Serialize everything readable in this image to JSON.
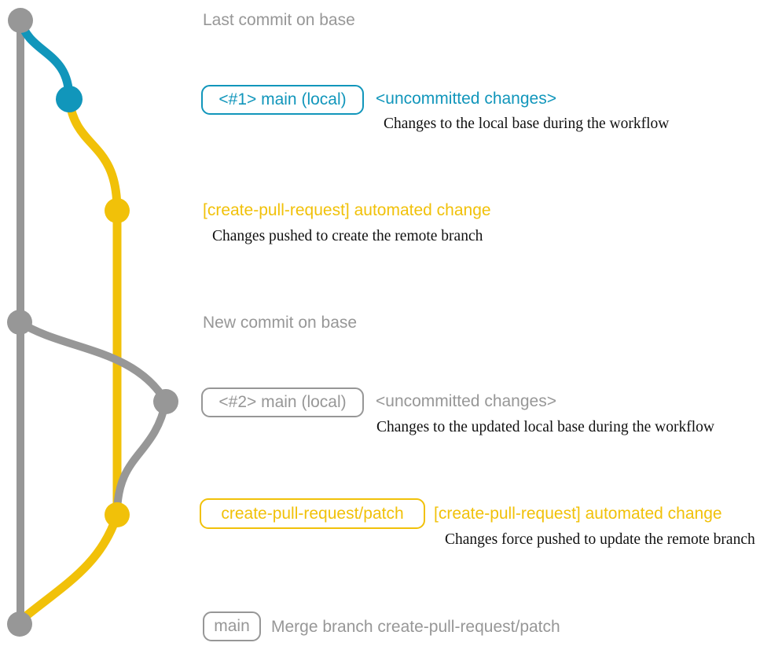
{
  "colors": {
    "base_branch": "#979797",
    "local_main_branch": "#1196bb",
    "patch_branch": "#f1c109",
    "annotation_text": "#111111",
    "background": "#ffffff"
  },
  "graph": {
    "branches": [
      {
        "name": "base",
        "color": "#979797"
      },
      {
        "name": "main (local)",
        "color": "#1196bb"
      },
      {
        "name": "create-pull-request/patch",
        "color": "#f1c109"
      }
    ],
    "commits": [
      {
        "name": "last-commit-on-base",
        "branch": "base"
      },
      {
        "name": "uncommitted-changes-1",
        "branch": "main (local)"
      },
      {
        "name": "automated-change-1",
        "branch": "create-pull-request/patch"
      },
      {
        "name": "new-commit-on-base",
        "branch": "base"
      },
      {
        "name": "uncommitted-changes-2",
        "branch": "main (local)"
      },
      {
        "name": "automated-change-2",
        "branch": "create-pull-request/patch"
      },
      {
        "name": "merge-commit",
        "branch": "base"
      }
    ]
  },
  "rows": [
    {
      "title": "Last commit on base"
    },
    {
      "badge": "<#1> main (local)",
      "title": "<uncommitted changes>",
      "note": "Changes to the local base during the workflow"
    },
    {
      "title": "[create-pull-request] automated change",
      "note": "Changes pushed to create the remote branch"
    },
    {
      "title": "New commit on base"
    },
    {
      "badge": "<#2> main (local)",
      "title": "<uncommitted changes>",
      "note": "Changes to the updated local base during the workflow"
    },
    {
      "badge": "create-pull-request/patch",
      "title": "[create-pull-request] automated change",
      "note": "Changes force pushed to update the remote branch"
    },
    {
      "badge": "main",
      "title": "Merge branch create-pull-request/patch"
    }
  ]
}
